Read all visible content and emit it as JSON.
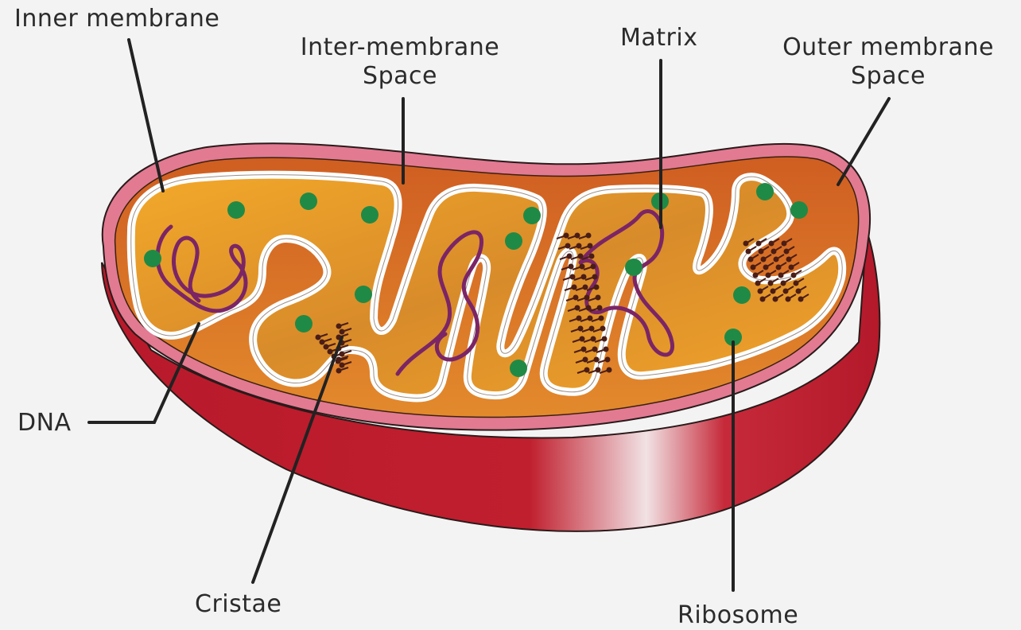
{
  "labels": {
    "inner_membrane": "Inner membrane",
    "inter_membrane": {
      "line1": "Inter-membrane",
      "line2": "Space"
    },
    "matrix": "Matrix",
    "outer_membrane": {
      "line1": "Outer membrane",
      "line2": "Space"
    },
    "dna": "DNA",
    "cristae": "Cristae",
    "ribosome": "Ribosome"
  },
  "colors": {
    "background": "#f3f3f3",
    "outer_wall": "#c01f2e",
    "outer_rim": "#e27a92",
    "intermembrane_space": "#d9752a",
    "matrix": "#f2a52a",
    "inner_membrane": "#ffffff",
    "dna": "#7b2566",
    "ribosome": "#1f8a45",
    "atp_synthase": "#4a1d16",
    "leader_line": "#222222"
  }
}
